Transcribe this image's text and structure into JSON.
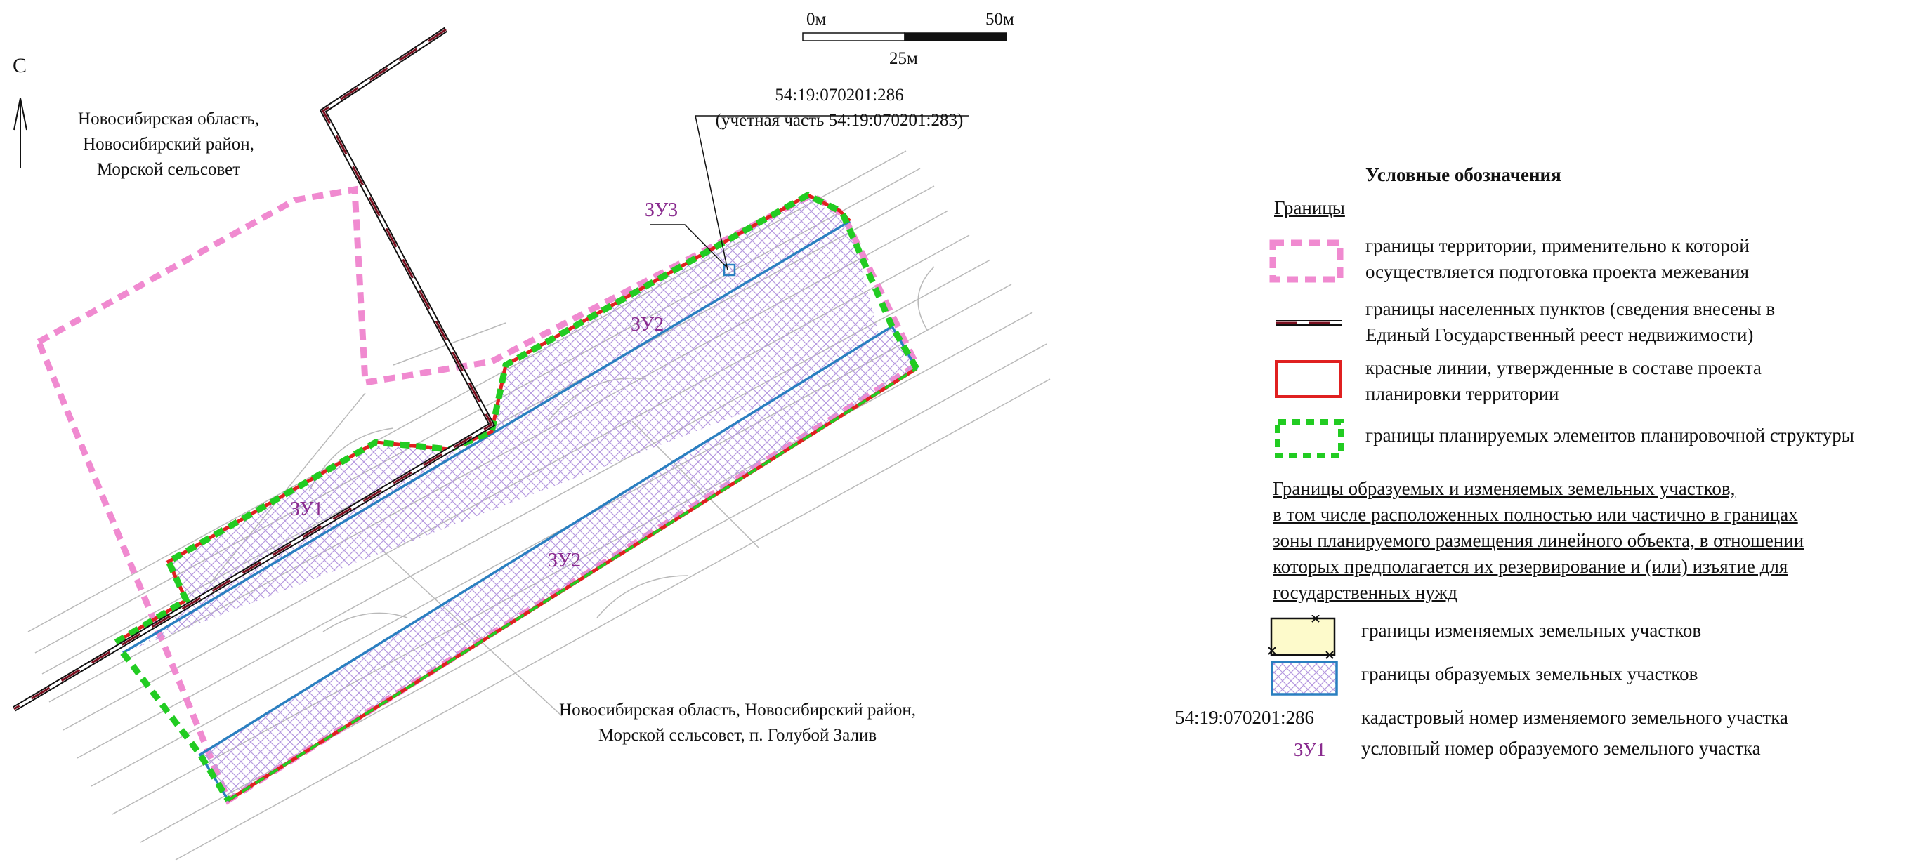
{
  "north": {
    "label": "С"
  },
  "scale": {
    "start": "0м",
    "mid": "25м",
    "end": "50м"
  },
  "region_labels": {
    "nw": [
      "Новосибирская область,",
      "Новосибирский район,",
      "Морской сельсовет"
    ],
    "south": [
      "Новосибирская область, Новосибирский район,",
      "Морской сельсовет, п. Голубой Залив"
    ]
  },
  "callout": {
    "cadastral": "54:19:070201:286",
    "note": "(учетная часть 54:19:070201:283)"
  },
  "plots": {
    "zu1": "ЗУ1",
    "zu2_north": "ЗУ2",
    "zu2_south": "ЗУ2",
    "zu3": "ЗУ3"
  },
  "legend": {
    "title": "Условные обозначения",
    "group_borders": "Границы",
    "items": [
      {
        "lines": [
          "границы территории, применительно к которой",
          "осуществляется подготовка проекта межевания"
        ]
      },
      {
        "lines": [
          "границы населенных пунктов (сведения внесены в",
          "Единый Государственный реест недвижимости)"
        ]
      },
      {
        "lines": [
          "красные линии, утвержденные в составе проекта",
          "планировки территории"
        ]
      },
      {
        "lines": [
          "границы планируемых элементов планировочной структуры"
        ]
      }
    ],
    "group_plots": [
      "Границы образуемых и изменяемых земельных участков,",
      "в том числе расположенных полностью или частично в границах",
      "зоны планируемого размещения линейного объекта, в отношении",
      "которых предполагается их резервирование и (или) изъятие для",
      "государственных нужд"
    ],
    "plot_items": [
      {
        "label": "границы изменяемых земельных участков"
      },
      {
        "label": "границы образуемых земельных участков"
      },
      {
        "key": "54:19:070201:286",
        "label": "кадастровый номер изменяемого земельного участка"
      },
      {
        "key": "ЗУ1",
        "label": "условный номер образуемого земельного участка"
      }
    ]
  },
  "colors": {
    "project_boundary": "#f08ad0",
    "settlement_boundary": "#7a1020",
    "red_line": "#e02020",
    "planning_structure": "#22cc22",
    "formed_plot": "#2a7fc0",
    "hatch": "#b79be0",
    "changed_plot_fill": "#fdfacb",
    "plot_label": "#8a2c8f"
  }
}
